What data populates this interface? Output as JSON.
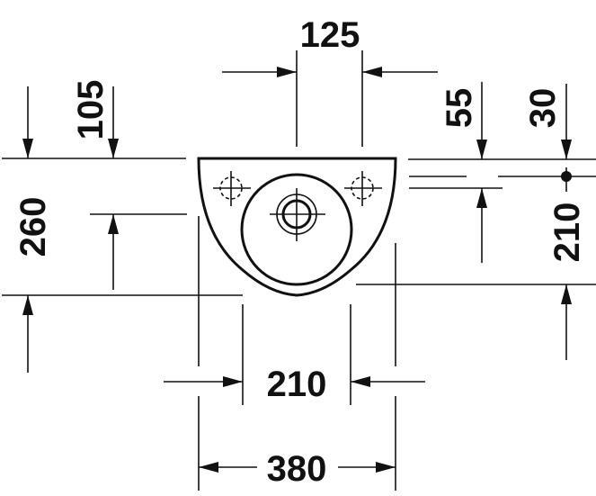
{
  "drawing": {
    "title": "Wall-hung hand basin dimension drawing (top view)",
    "units": "mm",
    "dimensions": {
      "tap_hole_spacing": "125",
      "tap_hole_offset_from_wall": "105",
      "bowl_depth_from_wall": "55",
      "waste_offset_from_wall": "30",
      "basin_projection": "260",
      "fixing_offset": "210",
      "bowl_width": "210",
      "overall_width": "380"
    }
  }
}
